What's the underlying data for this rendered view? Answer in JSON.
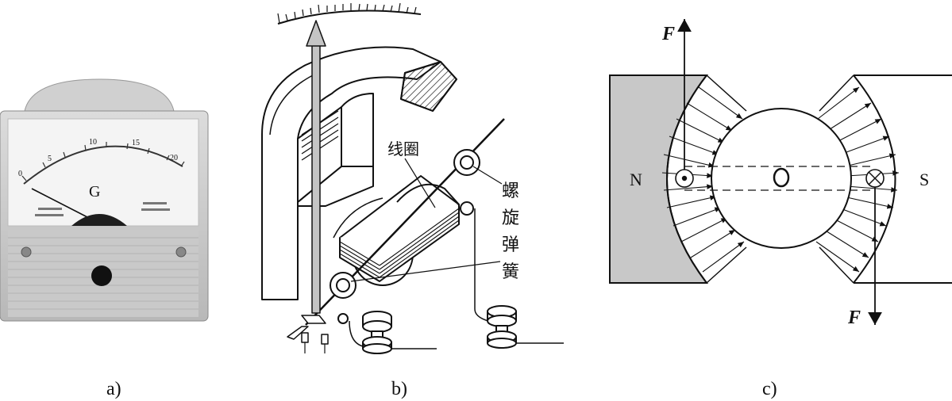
{
  "panel_a": {
    "caption": "a)",
    "meter_letter": "G",
    "scale_numbers": [
      "0",
      "5",
      "10",
      "15",
      "20"
    ]
  },
  "panel_b": {
    "caption": "b)",
    "coil_label": "线圈",
    "spring_label_chars": [
      "螺",
      "旋",
      "弹",
      "簧"
    ]
  },
  "panel_c": {
    "caption": "c)",
    "north_label": "N",
    "south_label": "S",
    "force_top": "F",
    "force_bottom": "F"
  }
}
